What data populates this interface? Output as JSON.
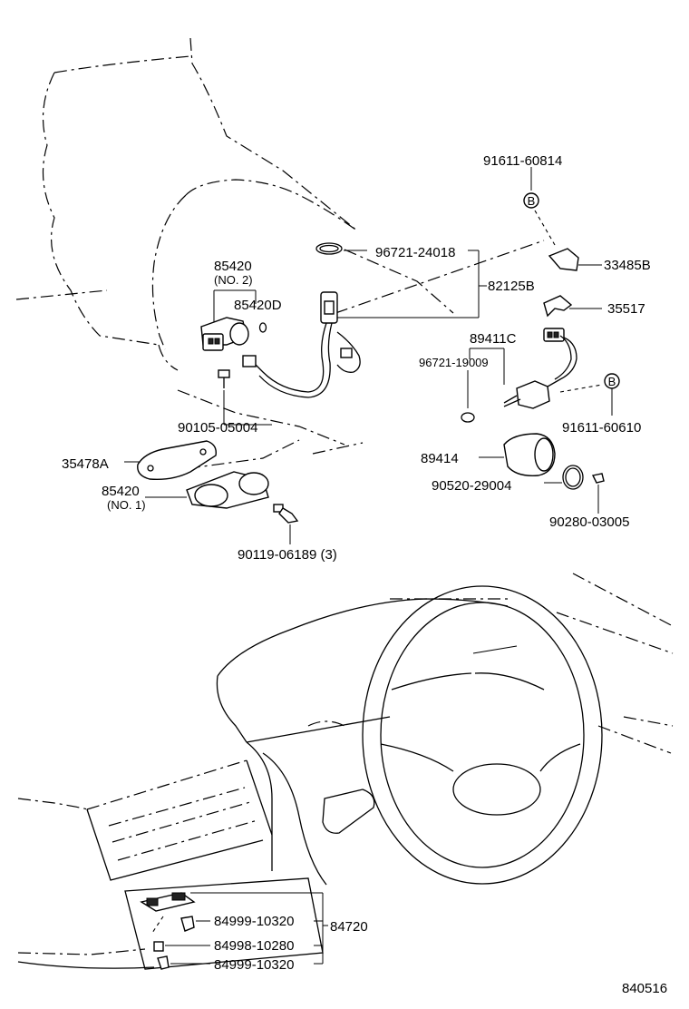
{
  "diagram": {
    "catalog_ref": "840516",
    "labels": {
      "p91611_60814": "91611-60814",
      "p33485B": "33485B",
      "p96721_24018": "96721-24018",
      "p82125B": "82125B",
      "p35517": "35517",
      "p85420_top": "85420",
      "p85420_no2": "(NO. 2)",
      "p85420D": "85420D",
      "p89411C": "89411C",
      "p96721_19009": "96721-19009",
      "p91611_60610": "91611-60610",
      "p90105_05004": "90105-05004",
      "p89414": "89414",
      "p35478A": "35478A",
      "p90520_29004": "90520-29004",
      "p85420_bottom": "85420",
      "p85420_no1": "(NO. 1)",
      "p90280_03005": "90280-03005",
      "p90119_06189": "90119-06189 (3)",
      "p84999_10320_a": "84999-10320",
      "p84720": "84720",
      "p84998_10280": "84998-10280",
      "p84999_10320_b": "84999-10320",
      "bolt_mark_b": "B"
    }
  }
}
